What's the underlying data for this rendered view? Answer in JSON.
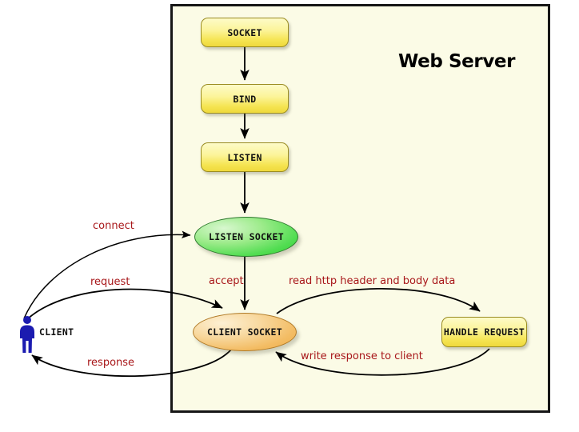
{
  "diagram": {
    "title": "Web Server",
    "container_label": "Web Server",
    "colors": {
      "server_background": "#fbfbe6",
      "server_border": "#161616",
      "process_box_fill": "#f5e451",
      "listen_socket_fill": "#52dd52",
      "client_socket_fill": "#f3bc63",
      "edge_label_text": "#a8171a",
      "client_figure": "#1b1bb0",
      "arrow_stroke": "#000000"
    },
    "nodes": [
      {
        "id": "socket",
        "label": "SOCKET",
        "shape": "rounded-rect"
      },
      {
        "id": "bind",
        "label": "BIND",
        "shape": "rounded-rect"
      },
      {
        "id": "listen",
        "label": "LISTEN",
        "shape": "rounded-rect"
      },
      {
        "id": "listen-socket",
        "label": "LISTEN SOCKET",
        "shape": "ellipse"
      },
      {
        "id": "client-socket",
        "label": "CLIENT SOCKET",
        "shape": "ellipse"
      },
      {
        "id": "handle-request",
        "label": "HANDLE REQUEST",
        "shape": "rounded-rect"
      }
    ],
    "actor": {
      "id": "client",
      "label": "CLIENT",
      "icon": "person-icon"
    },
    "edges": [
      {
        "id": "socket-bind",
        "from": "socket",
        "to": "bind",
        "label": ""
      },
      {
        "id": "bind-listen",
        "from": "bind",
        "to": "listen",
        "label": ""
      },
      {
        "id": "listen-listensocket",
        "from": "listen",
        "to": "listen-socket",
        "label": ""
      },
      {
        "id": "accept",
        "from": "listen-socket",
        "to": "client-socket",
        "label": "accept"
      },
      {
        "id": "connect",
        "from": "client",
        "to": "listen-socket",
        "label": "connect"
      },
      {
        "id": "request",
        "from": "client",
        "to": "client-socket",
        "label": "request"
      },
      {
        "id": "response",
        "from": "client-socket",
        "to": "client",
        "label": "response"
      },
      {
        "id": "read-http",
        "from": "client-socket",
        "to": "handle-request",
        "label": "read http header and body data"
      },
      {
        "id": "write-response",
        "from": "handle-request",
        "to": "client-socket",
        "label": "write response to client"
      }
    ]
  }
}
